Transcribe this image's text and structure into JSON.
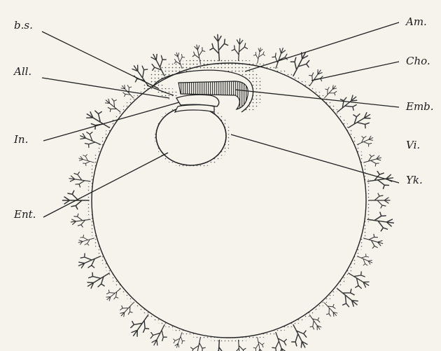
{
  "labels": {
    "bs": "b.s.",
    "all": "All.",
    "in": "In.",
    "ent": "Ent.",
    "am": "Am.",
    "cho": "Cho.",
    "emb": "Emb.",
    "vi": "Vi.",
    "yk": "Yk."
  },
  "colors": {
    "ink": "#222222",
    "paper": "#f6f3ec",
    "stipple": "#555555"
  }
}
